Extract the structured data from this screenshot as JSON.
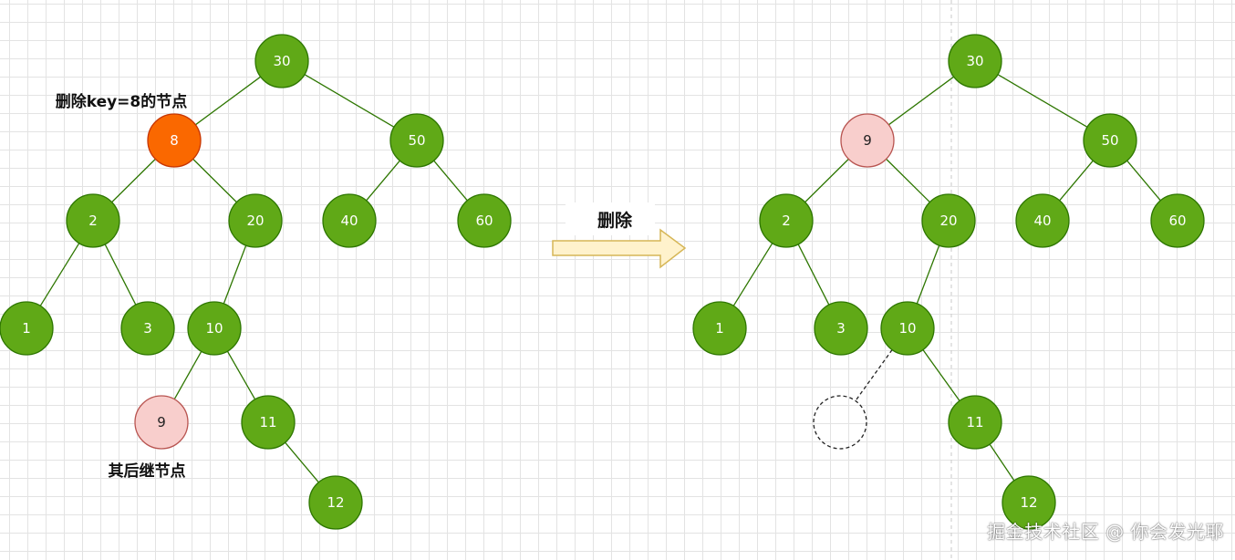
{
  "colors": {
    "node_fill": "#60a917",
    "node_stroke": "#2d7600",
    "node_text": "#ffffff",
    "deleted_fill": "#fa6800",
    "deleted_stroke": "#c73500",
    "successor_fill": "#f8cecc",
    "successor_stroke": "#b85450",
    "successor_text": "#222222",
    "edge": "#2d7600",
    "arrow_fill": "#fff2cc",
    "arrow_stroke": "#d6b656"
  },
  "before_tree": {
    "nodes": [
      {
        "id": "30",
        "label": "30",
        "style": "normal"
      },
      {
        "id": "8",
        "label": "8",
        "style": "deleted"
      },
      {
        "id": "50",
        "label": "50",
        "style": "normal"
      },
      {
        "id": "2",
        "label": "2",
        "style": "normal"
      },
      {
        "id": "20",
        "label": "20",
        "style": "normal"
      },
      {
        "id": "40",
        "label": "40",
        "style": "normal"
      },
      {
        "id": "60",
        "label": "60",
        "style": "normal"
      },
      {
        "id": "1",
        "label": "1",
        "style": "normal"
      },
      {
        "id": "3",
        "label": "3",
        "style": "normal"
      },
      {
        "id": "10",
        "label": "10",
        "style": "normal"
      },
      {
        "id": "9",
        "label": "9",
        "style": "successor"
      },
      {
        "id": "11",
        "label": "11",
        "style": "normal"
      },
      {
        "id": "12",
        "label": "12",
        "style": "normal"
      }
    ],
    "edges": [
      [
        "30",
        "8"
      ],
      [
        "30",
        "50"
      ],
      [
        "8",
        "2"
      ],
      [
        "8",
        "20"
      ],
      [
        "50",
        "40"
      ],
      [
        "50",
        "60"
      ],
      [
        "2",
        "1"
      ],
      [
        "2",
        "3"
      ],
      [
        "20",
        "10"
      ],
      [
        "10",
        "9"
      ],
      [
        "10",
        "11"
      ],
      [
        "11",
        "12"
      ]
    ],
    "delete_label": "删除key=8的节点",
    "successor_label": "其后继节点"
  },
  "arrow": {
    "label": "删除"
  },
  "after_tree": {
    "nodes": [
      {
        "id": "30",
        "label": "30",
        "style": "normal"
      },
      {
        "id": "9",
        "label": "9",
        "style": "successor"
      },
      {
        "id": "50",
        "label": "50",
        "style": "normal"
      },
      {
        "id": "2",
        "label": "2",
        "style": "normal"
      },
      {
        "id": "20",
        "label": "20",
        "style": "normal"
      },
      {
        "id": "40",
        "label": "40",
        "style": "normal"
      },
      {
        "id": "60",
        "label": "60",
        "style": "normal"
      },
      {
        "id": "1",
        "label": "1",
        "style": "normal"
      },
      {
        "id": "3",
        "label": "3",
        "style": "normal"
      },
      {
        "id": "10",
        "label": "10",
        "style": "normal"
      },
      {
        "id": "empty",
        "label": "",
        "style": "empty"
      },
      {
        "id": "11",
        "label": "11",
        "style": "normal"
      },
      {
        "id": "12",
        "label": "12",
        "style": "normal"
      }
    ],
    "edges": [
      [
        "30",
        "9"
      ],
      [
        "30",
        "50"
      ],
      [
        "9",
        "2"
      ],
      [
        "9",
        "20"
      ],
      [
        "50",
        "40"
      ],
      [
        "50",
        "60"
      ],
      [
        "2",
        "1"
      ],
      [
        "2",
        "3"
      ],
      [
        "20",
        "10"
      ],
      [
        "10",
        "11"
      ],
      [
        "11",
        "12"
      ]
    ],
    "dashed_edges": [
      [
        "10",
        "empty"
      ]
    ]
  },
  "watermark": "掘金技术社区 @ 你会发光耶"
}
